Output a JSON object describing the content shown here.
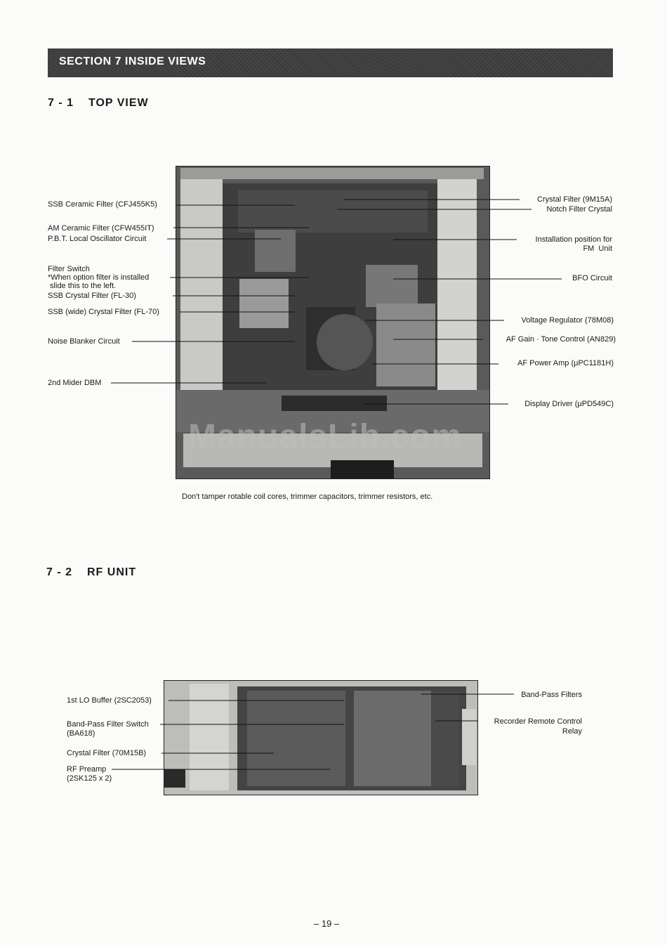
{
  "section_title": "SECTION 7  INSIDE VIEWS",
  "sub1": {
    "num": "7 - 1",
    "title": "TOP VIEW"
  },
  "sub2": {
    "num": "7 - 2",
    "title": "RF UNIT"
  },
  "top_labels_left": {
    "ssb_ceramic": "SSB Ceramic Filter (CFJ455K5)",
    "am_ceramic": "AM Ceramic Filter (CFW455IT)",
    "pbt_osc": "P.B.T. Local Oscillator Circuit",
    "filter_switch_1": "Filter Switch",
    "filter_switch_2": "*When option filter is installed",
    "filter_switch_3": " slide this to the left.",
    "ssb_crystal": "SSB Crystal Filter (FL-30)",
    "ssb_wide": "SSB (wide) Crystal Filter (FL-70)",
    "noise_blanker": "Noise Blanker Circuit",
    "mixer": "2nd Mider DBM"
  },
  "top_labels_right": {
    "crystal_filter": "Crystal Filter (9M15A)",
    "notch": "Notch Filter Crystal",
    "install_1": "Installation position for",
    "install_2": "FM  Unit",
    "bfo": "BFO Circuit",
    "voltage_reg": "Voltage Regulator (78M08)",
    "af_gain": "AF Gain · Tone Control (AN829)",
    "af_power": "AF Power Amp (μPC1181H)",
    "display_driver": "Display Driver (μPD549C)"
  },
  "caption": "Don't tamper rotable coil cores, trimmer capacitors, trimmer resistors, etc.",
  "watermark": "ManualsLib.com",
  "rf_labels_left": {
    "lo_buffer": "1st LO Buffer (2SC2053)",
    "bpf_switch_1": "Band-Pass Filter Switch",
    "bpf_switch_2": "(BA618)",
    "crystal": "Crystal Filter (70M15B)",
    "preamp_1": "RF Preamp",
    "preamp_2": "(2SK125 x 2)"
  },
  "rf_labels_right": {
    "bpf": "Band-Pass Filters",
    "relay_1": "Recorder Remote Control",
    "relay_2": "Relay"
  },
  "page_number": "– 19 –"
}
